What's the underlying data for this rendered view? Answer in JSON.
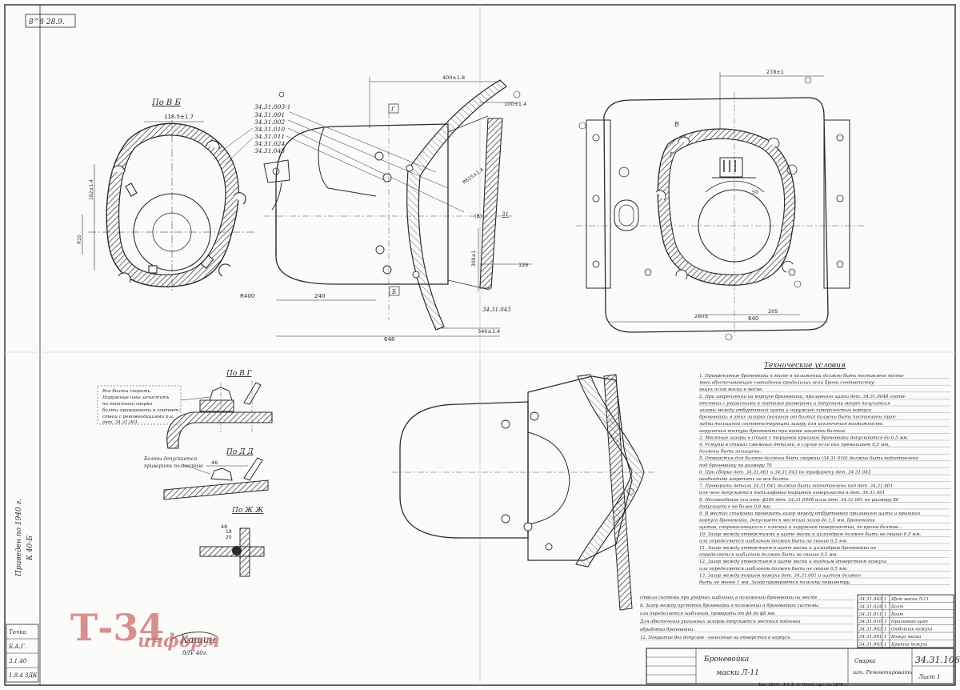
{
  "sheet": {
    "stamp_top_left": "8^8 28.9.",
    "watermark_main": "Т-34",
    "watermark_sub": "информ",
    "left_vertical_note_1": "Приведен по 1940 г.",
    "left_vertical_note_2": "К 40-Б",
    "left_box_labels": [
      "Точка",
      "Б.А.Г.",
      "3.1.40",
      "1.8.4 ЗДК"
    ]
  },
  "views": {
    "view_b_label": "По В Б",
    "view_b_dim": "118.5±1.7",
    "part_numbers": [
      "34.31.003-1",
      "34.31.001",
      "34.31.002",
      "34.31.010",
      "34.31.011",
      "34.31.024",
      "34.31.043"
    ],
    "view_b_side_dims": [
      "182±1.4",
      "R10",
      "R400"
    ],
    "mid_dims": {
      "top": "400±1.8",
      "gap": "100±1.4",
      "diag": "R615±1.4",
      "left": "240",
      "bottom_1": "648",
      "bottom_2": "340±1.4",
      "right": "126",
      "vert": "308±1",
      "part_a": "31",
      "part_b": "34.31.043",
      "mark_c": "(В)",
      "box_e": "Б",
      "box_f": "Г"
    },
    "right_dims": {
      "top": "278±1",
      "bottom_1": "640",
      "bottom_2": "205",
      "bottom_3": "280±",
      "mark_b": "В",
      "mark_g": "Г",
      "mark_50": "50"
    },
    "section_g_label": "По В Г",
    "section_d_label": "По Д Д",
    "section_zh_label": "По Ж Ж",
    "section_dims": [
      "46",
      "46",
      "18",
      "20"
    ],
    "weld_note_lines": [
      "Все болты сварить.",
      "Наружные швы зачистить",
      "по окончании сварки",
      "болты приваривать в соответ-",
      "ствии с рекомендациями р.и.",
      "дет. 34.31.001"
    ],
    "bolt_note_lines": [
      "Болты допускается",
      "приварить полностью"
    ]
  },
  "tech": {
    "title": "Технические условия",
    "items": [
      "1. Прикрепление броневойки к маске в положении должно быть поставлено посто-",
      "   явно обеспечивающее совпадение продольных осей брони соответству-",
      "   ющих осям маски в маске.",
      "2. При закреплении на корпусе броневойки, приливного щита дет. 34.31.004б соотв-",
      "   етствии с указанными в чертеже размерами и допусками могут получаться",
      "   зазоры между отбуртовкой щита и наружной поверхностью корпуса",
      "   броневойки; в этих зазорах (начиная от болта) должны быть поставлены прок-",
      "   ладки толщиной соответствующей зазору для исключения возможности",
      "   нарушения контура броневойки при пайке заклепки болтов.",
      "3. Местные зазоры в стыке с торцевой крышкой броневойки допускаются до 0,5 мм.",
      "4. Уступы в стыках смежных деталей, в случае если они превышают 0,5 мм,",
      "   должны быть зачищены.",
      "5. Отверстия для болтов должны быть сварены (34.31.016) должно быть подготовлено",
      "   под броневойку по размеру 70",
      "6. При сборке дет. 34.31.001 и 34.31.043 по трафарету дет. 34.31.043",
      "   необходимо закрепить не все болты.",
      "7. Проверить детали 34.31.043 должна быть подготовлена под дет. 34.31.001",
      "   для чего допускается подшлифовка торцевой поверхности в дет. 34.31.001",
      "8. Несовпадение оси отв. ф206 дет. 34.31.004б осью дет. 34.31.001 по размеру 80",
      "   допускается не более 0,8 мм.",
      "9. В местах стыковки проверить зазор между отбуртовкой приливного щита и крышкой",
      "   корпуса броневойки, допускается местный зазор до 1,5 мм. Броневойки",
      "   щитов, соприкасающихся с плоской и наружной поверхностью, по краям болтов...",
      "10. Зазор между отверстиями в щите маски и цилиндром должен быть не свыше 0,5 мм.",
      "   или определяется шаблоном должен быть не свыше 0,5 мм.",
      "11. Зазор между отверстием в щите маски и цилиндром броневойки не",
      "   определяется шаблоном должен быть не свыше 0,5 мм.",
      "12. Зазор между отверстием в щите маски и входным отверстием кожуха",
      "   или определяется шаблоном должен быть не свыше 0,5 мм.",
      "13. Зазор между торцом кожуха дет. 34.31.001 и щитом должен",
      "   быть не менее 1 мм. Зазор проверяется по всему периметру."
    ],
    "bottom_notes": [
      "ствола системы при упорных шаблонах в положении броневойки на месте",
      "8. Зазор между пустотой броневойки в положении и броневойкой системы",
      "или определяется шаблоном, проверять от ф4 до ф8 мм.",
      "Для обеспечения указанных зазоров допускается местная подгонка",
      "обработка броневойки.",
      "12. Покрытие без допусков - нанесение на отверстия в корпусе."
    ]
  },
  "spec": {
    "rows": [
      {
        "code": "34.31.043",
        "qty": "1",
        "name": "Щит маски Л-11"
      },
      {
        "code": "34.31.024",
        "qty": "1",
        "name": "Болт"
      },
      {
        "code": "34.31.011",
        "qty": "1",
        "name": "Болт"
      },
      {
        "code": "34.31.010",
        "qty": "1",
        "name": "Приливной щит"
      },
      {
        "code": "34.31.002",
        "qty": "1",
        "name": "Отбойник кожуха"
      },
      {
        "code": "34.31.001",
        "qty": "1",
        "name": "Кожух маски"
      },
      {
        "code": "34.31.003",
        "qty": "1",
        "name": "Крышка кожуха"
      }
    ]
  },
  "title_block": {
    "name_line_1": "Броневойка",
    "name_line_2": "маски Л-11",
    "number": "34.31.106",
    "note_1": "Сварка",
    "note_2": "шт. Ремонтировать",
    "signature": "Кашин",
    "sig_date": "8/IV 40г.",
    "footer": "Зак. 1940г. З.К.З. № Министерства 1949 г.",
    "corner": "Лист 1"
  }
}
